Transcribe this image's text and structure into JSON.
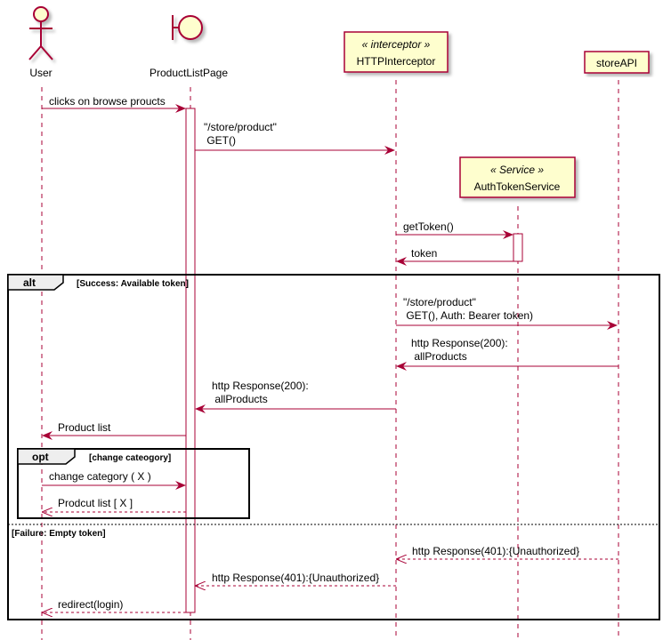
{
  "participants": [
    {
      "id": "user",
      "label": "User",
      "kind": "actor"
    },
    {
      "id": "page",
      "label": "ProductListPage",
      "kind": "boundary"
    },
    {
      "id": "http",
      "label": "HTTPInterceptor",
      "kind": "participant",
      "stereotype": "« interceptor »"
    },
    {
      "id": "auth",
      "label": "AuthTokenService",
      "kind": "participant",
      "stereotype": "« Service »"
    },
    {
      "id": "api",
      "label": "storeAPI",
      "kind": "participant"
    }
  ],
  "messages": [
    {
      "id": "m1",
      "lines": [
        "clicks on browse proucts"
      ],
      "from": "user",
      "to": "page",
      "dashed": false
    },
    {
      "id": "m2",
      "lines": [
        "\"/store/product\"",
        " GET()"
      ],
      "from": "page",
      "to": "http",
      "dashed": false
    },
    {
      "id": "m3",
      "lines": [
        "getToken()"
      ],
      "from": "http",
      "to": "auth",
      "dashed": false
    },
    {
      "id": "m4",
      "lines": [
        "token"
      ],
      "from": "auth",
      "to": "http",
      "dashed": false
    },
    {
      "id": "m5",
      "lines": [
        "\"/store/product\"",
        " GET(), Auth: Bearer token)"
      ],
      "from": "http",
      "to": "api",
      "dashed": false
    },
    {
      "id": "m6",
      "lines": [
        "http Response(200):",
        " allProducts"
      ],
      "from": "api",
      "to": "http",
      "dashed": false
    },
    {
      "id": "m7",
      "lines": [
        "http Response(200):",
        " allProducts"
      ],
      "from": "http",
      "to": "page",
      "dashed": false
    },
    {
      "id": "m8",
      "lines": [
        "Product list"
      ],
      "from": "page",
      "to": "user",
      "dashed": false
    },
    {
      "id": "m9",
      "lines": [
        "change category ( X )"
      ],
      "from": "user",
      "to": "page",
      "dashed": false
    },
    {
      "id": "m10",
      "lines": [
        "Prodcut list [ X ]"
      ],
      "from": "page",
      "to": "user",
      "dashed": true
    },
    {
      "id": "m11",
      "lines": [
        "http Response(401):{Unauthorized}"
      ],
      "from": "api",
      "to": "http",
      "dashed": true
    },
    {
      "id": "m12",
      "lines": [
        "http Response(401):{Unauthorized}"
      ],
      "from": "http",
      "to": "page",
      "dashed": true
    },
    {
      "id": "m13",
      "lines": [
        "redirect(login)"
      ],
      "from": "page",
      "to": "user",
      "dashed": true
    }
  ],
  "fragments": {
    "alt": {
      "keyword": "alt",
      "guard": "[Success: Available token]",
      "else_guard": "[Failure: Empty token]"
    },
    "opt": {
      "keyword": "opt",
      "guard": "[change cateogory]"
    }
  },
  "colors": {
    "arrow": "#A80036",
    "participant_fill": "#FEFECE",
    "participant_border": "#A80036",
    "activation_fill": "#FFFFFF"
  }
}
